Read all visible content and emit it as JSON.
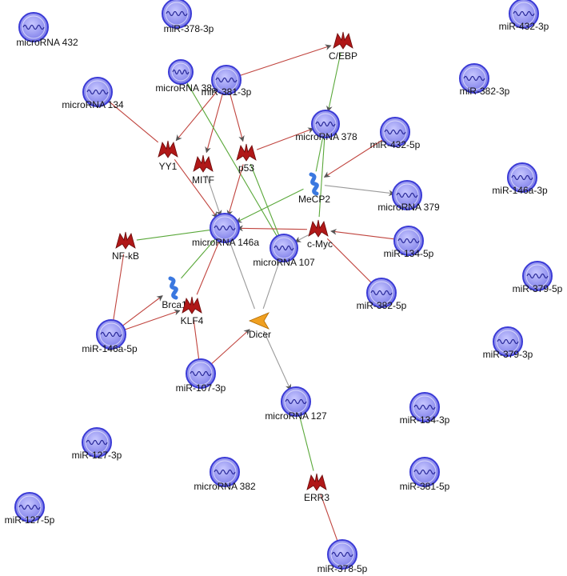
{
  "colors": {
    "activation": "#5aa83a",
    "inhibition": "#c0443e",
    "neutral": "#9a9a9a",
    "mirna_fill": "#8e8ef0",
    "mirna_stroke": "#3b3bd6",
    "protein_fill": "#b01818",
    "enzyme_fill": "#f0a020",
    "gene_fill": "#3a78e0"
  },
  "nodes": [
    {
      "id": "microRNA 432",
      "type": "mirna"
    },
    {
      "id": "miR-378-3p",
      "type": "mirna"
    },
    {
      "id": "miR-432-3p",
      "type": "mirna"
    },
    {
      "id": "C/EBP",
      "type": "protein"
    },
    {
      "id": "microRNA 381",
      "type": "mirna"
    },
    {
      "id": "miR-381-3p",
      "type": "mirna"
    },
    {
      "id": "miR-382-3p",
      "type": "mirna"
    },
    {
      "id": "microRNA 134",
      "type": "mirna"
    },
    {
      "id": "microRNA 378",
      "type": "mirna"
    },
    {
      "id": "miR-432-5p",
      "type": "mirna"
    },
    {
      "id": "YY1",
      "type": "protein"
    },
    {
      "id": "MITF",
      "type": "protein"
    },
    {
      "id": "p53",
      "type": "protein"
    },
    {
      "id": "MeCP2",
      "type": "gene"
    },
    {
      "id": "miR-146a-3p",
      "type": "mirna"
    },
    {
      "id": "microRNA 379",
      "type": "mirna"
    },
    {
      "id": "microRNA 146a",
      "type": "mirna"
    },
    {
      "id": "c-Myc",
      "type": "protein"
    },
    {
      "id": "NF-kB",
      "type": "protein"
    },
    {
      "id": "microRNA 107",
      "type": "mirna"
    },
    {
      "id": "miR-134-5p",
      "type": "mirna"
    },
    {
      "id": "miR-379-5p",
      "type": "mirna"
    },
    {
      "id": "Brca1",
      "type": "gene"
    },
    {
      "id": "KLF4",
      "type": "protein"
    },
    {
      "id": "miR-382-5p",
      "type": "mirna"
    },
    {
      "id": "miR-146a-5p",
      "type": "mirna"
    },
    {
      "id": "Dicer",
      "type": "enzyme"
    },
    {
      "id": "miR-379-3p",
      "type": "mirna"
    },
    {
      "id": "miR-107-3p",
      "type": "mirna"
    },
    {
      "id": "microRNA 127",
      "type": "mirna"
    },
    {
      "id": "miR-134-3p",
      "type": "mirna"
    },
    {
      "id": "miR-127-3p",
      "type": "mirna"
    },
    {
      "id": "microRNA 382",
      "type": "mirna"
    },
    {
      "id": "ERR3",
      "type": "protein"
    },
    {
      "id": "miR-381-5p",
      "type": "mirna"
    },
    {
      "id": "miR-127-5p",
      "type": "mirna"
    },
    {
      "id": "miR-378-5p",
      "type": "mirna"
    }
  ],
  "edges": [
    {
      "from": "miR-381-3p",
      "to": "C/EBP",
      "kind": "inhibition",
      "arrow": true
    },
    {
      "from": "miR-381-3p",
      "to": "YY1",
      "kind": "inhibition",
      "arrow": true
    },
    {
      "from": "miR-381-3p",
      "to": "MITF",
      "kind": "inhibition",
      "arrow": true
    },
    {
      "from": "miR-381-3p",
      "to": "p53",
      "kind": "inhibition",
      "arrow": true
    },
    {
      "from": "microRNA 381",
      "to": "microRNA 107",
      "kind": "activation",
      "arrow": false
    },
    {
      "from": "microRNA 134",
      "to": "YY1",
      "kind": "inhibition",
      "arrow": false
    },
    {
      "from": "C/EBP",
      "to": "microRNA 378",
      "kind": "activation",
      "arrow": true
    },
    {
      "from": "p53",
      "to": "microRNA 378",
      "kind": "inhibition",
      "arrow": true
    },
    {
      "from": "YY1",
      "to": "microRNA 146a",
      "kind": "inhibition",
      "arrow": true
    },
    {
      "from": "MITF",
      "to": "microRNA 146a",
      "kind": "neutral",
      "arrow": true
    },
    {
      "from": "p53",
      "to": "microRNA 146a",
      "kind": "inhibition",
      "arrow": true
    },
    {
      "from": "MeCP2",
      "to": "microRNA 146a",
      "kind": "activation",
      "arrow": true
    },
    {
      "from": "MeCP2",
      "to": "microRNA 379",
      "kind": "neutral",
      "arrow": true
    },
    {
      "from": "miR-432-5p",
      "to": "MeCP2",
      "kind": "inhibition",
      "arrow": true
    },
    {
      "from": "microRNA 378",
      "to": "MeCP2",
      "kind": "activation",
      "arrow": false
    },
    {
      "from": "microRNA 378",
      "to": "c-Myc",
      "kind": "activation",
      "arrow": false
    },
    {
      "from": "c-Myc",
      "to": "microRNA 146a",
      "kind": "inhibition",
      "arrow": true
    },
    {
      "from": "c-Myc",
      "to": "microRNA 107",
      "kind": "neutral",
      "arrow": true
    },
    {
      "from": "miR-134-5p",
      "to": "c-Myc",
      "kind": "inhibition",
      "arrow": true
    },
    {
      "from": "miR-382-5p",
      "to": "c-Myc",
      "kind": "inhibition",
      "arrow": false
    },
    {
      "from": "NF-kB",
      "to": "microRNA 146a",
      "kind": "activation",
      "arrow": false
    },
    {
      "from": "microRNA 146a",
      "to": "Brca1",
      "kind": "activation",
      "arrow": false
    },
    {
      "from": "microRNA 146a",
      "to": "KLF4",
      "kind": "inhibition",
      "arrow": false
    },
    {
      "from": "microRNA 146a",
      "to": "Dicer",
      "kind": "neutral",
      "arrow": false
    },
    {
      "from": "microRNA 107",
      "to": "Dicer",
      "kind": "neutral",
      "arrow": false
    },
    {
      "from": "miR-146a-5p",
      "to": "NF-kB",
      "kind": "inhibition",
      "arrow": false
    },
    {
      "from": "miR-146a-5p",
      "to": "Brca1",
      "kind": "inhibition",
      "arrow": true
    },
    {
      "from": "miR-146a-5p",
      "to": "KLF4",
      "kind": "inhibition",
      "arrow": true
    },
    {
      "from": "miR-107-3p",
      "to": "KLF4",
      "kind": "inhibition",
      "arrow": false
    },
    {
      "from": "miR-107-3p",
      "to": "Dicer",
      "kind": "inhibition",
      "arrow": true
    },
    {
      "from": "Dicer",
      "to": "microRNA 127",
      "kind": "neutral",
      "arrow": true
    },
    {
      "from": "microRNA 127",
      "to": "ERR3",
      "kind": "activation",
      "arrow": false
    },
    {
      "from": "ERR3",
      "to": "miR-378-5p",
      "kind": "inhibition",
      "arrow": false
    },
    {
      "from": "p53",
      "to": "microRNA 107",
      "kind": "activation",
      "arrow": false
    }
  ]
}
